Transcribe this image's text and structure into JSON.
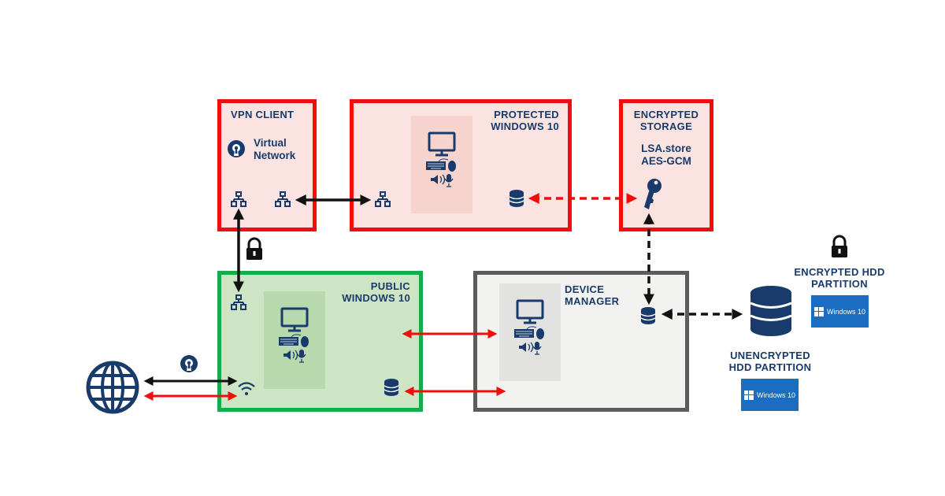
{
  "vpn_client": {
    "title": "VPN CLIENT",
    "label_line1": "Virtual",
    "label_line2": "Network"
  },
  "protected": {
    "title_line1": "PROTECTED",
    "title_line2": "WINDOWS 10"
  },
  "encrypted_storage": {
    "title_line1": "ENCRYPTED",
    "title_line2": "STORAGE",
    "detail_line1": "LSA.store",
    "detail_line2": "AES-GCM"
  },
  "public": {
    "title_line1": "PUBLIC",
    "title_line2": "WINDOWS 10"
  },
  "device_manager": {
    "title_line1": "DEVICE",
    "title_line2": "MANAGER"
  },
  "encrypted_hdd": {
    "label_line1": "ENCRYPTED HDD",
    "label_line2": "PARTITION",
    "badge": "Windows 10"
  },
  "unencrypted_hdd": {
    "label_line1": "UNENCRYPTED",
    "label_line2": "HDD PARTITION",
    "badge": "Windows 10"
  },
  "colors": {
    "navy": "#183b6b",
    "red": "#f20d0d",
    "green": "#15ad4b",
    "gray": "#5a5d5a",
    "win_blue": "#1a6dc1"
  }
}
